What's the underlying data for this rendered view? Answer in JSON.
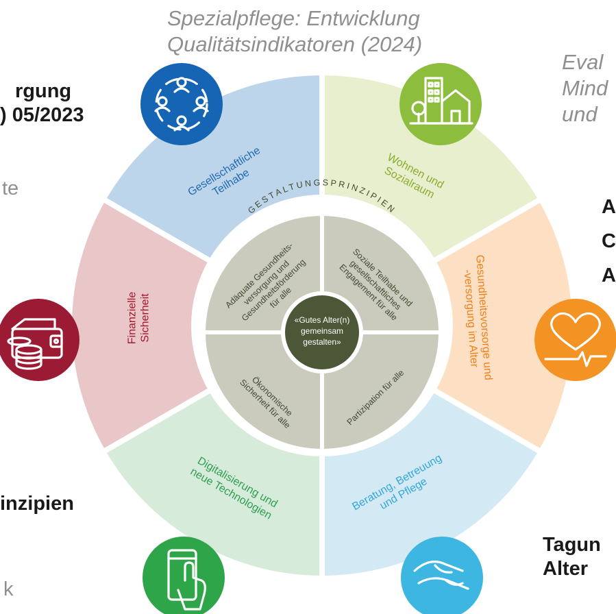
{
  "slide_text": {
    "top_center_line1": "Spezialpflege: Entwicklung",
    "top_center_line2": "Qualitätsindikatoren (2024)",
    "top_right_line1": "Eval",
    "top_right_line2": "Mind",
    "top_right_line3": "und",
    "left_bold_line1": "rgung",
    "left_bold_line2": ") 05/2023",
    "left_grey_te": "te",
    "right_bold_line1": "A",
    "right_bold_line2": "C",
    "right_bold_line3": "A",
    "left_bottom_bold": "inzipien",
    "left_bottom_grey": "k",
    "right_bottom_line1": "Tagun",
    "right_bottom_line2": "Alter"
  },
  "wheel": {
    "center_label_lines": [
      "«Gutes Alter(n)",
      "gemeinsam",
      "gestalten»"
    ],
    "principles_ring_label": "GESTALTUNGSPRINZIPIEN",
    "principles": [
      {
        "lines": [
          "Adäquate Gesundheits-",
          "versorgung und",
          "Gesundheitsförderung",
          "für alle"
        ]
      },
      {
        "lines": [
          "Soziale Teilhabe und",
          "gesellschaftliches",
          "Engagement für alle"
        ]
      },
      {
        "lines": [
          "Partizipation für alle"
        ]
      },
      {
        "lines": [
          "Ökonomische",
          "Sicherheit für alle"
        ]
      }
    ],
    "segments": [
      {
        "lines": [
          "Gesellschaftliche",
          "Teilhabe"
        ],
        "color": "#bdd5ea",
        "text_color": "#1f6ab3",
        "icon_color": "#1565b4",
        "icon": "people-circle-icon"
      },
      {
        "lines": [
          "Wohnen und",
          "Sozialraum"
        ],
        "color": "#e8efcf",
        "text_color": "#8aab2c",
        "icon_color": "#8cbd3c",
        "icon": "buildings-icon"
      },
      {
        "lines": [
          "Gesundheitsvorsorge und",
          "-versorgung im Alter"
        ],
        "color": "#fde0c4",
        "text_color": "#ef7f1a",
        "icon_color": "#f39323",
        "icon": "heart-pulse-icon"
      },
      {
        "lines": [
          "Beratung, Betreuung",
          "und Pflege"
        ],
        "color": "#d3e9f4",
        "text_color": "#33a7da",
        "icon_color": "#3db6e2",
        "icon": "helping-hands-icon"
      },
      {
        "lines": [
          "Digitalisierung und",
          "neue Technologien"
        ],
        "color": "#d6ebd9",
        "text_color": "#2e9e52",
        "icon_color": "#2fa54a",
        "icon": "smartphone-touch-icon"
      },
      {
        "lines": [
          "Finanzielle",
          "Sicherheit"
        ],
        "color": "#e9c6c8",
        "text_color": "#a3152e",
        "icon_color": "#9a1b33",
        "icon": "wallet-coins-icon"
      }
    ],
    "colors": {
      "principles_fill": "#cacabd",
      "principles_text": "#3f4a2e",
      "center_fill": "#4b5737",
      "center_text": "#ffffff",
      "ring_bg": "#ffffff",
      "divider": "#ffffff"
    }
  }
}
